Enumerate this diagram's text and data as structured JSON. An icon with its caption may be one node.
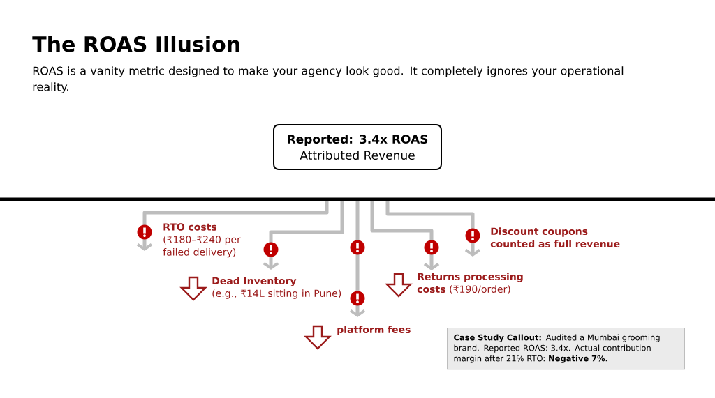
{
  "diagram": {
    "title": "The ROAS Illusion",
    "nodes": [
      {
        "text": [
          "Reported: 3.4x ROAS",
          "Attributed Revenue"
        ]
      },
      {
        "text": [
          "RTO costs",
          "(₹180–₹240 per failed delivery)"
        ]
      },
      {
        "text": [
          "Dead Inventory",
          "(e.g., ₹14L sitting in Pune)"
        ]
      },
      {
        "text": [
          "platform fees"
        ]
      },
      {
        "text": [
          "**Returns processing costs** (₹190/order)"
        ]
      },
      {
        "text": [
          "Discount coupons counted as full revenue"
        ]
      },
      {
        "text": [
          "**Case Study Callout:** Audited a Mumbai grooming brand. Reported ROAS: 3.4x. Actual contribution margin after 21% RTO: **Negative 7%.**"
        ]
      }
    ],
    "edges": [
      {
        "from": null,
        "to": 1,
        "arrow": "to"
      },
      {
        "from": null,
        "to": 2,
        "arrow": "to"
      },
      {
        "from": null,
        "to": 3,
        "arrow": "to"
      },
      {
        "from": null,
        "to": 4,
        "arrow": "to"
      },
      {
        "from": null,
        "to": 5,
        "arrow": "to"
      }
    ],
    "labels": [
      "ROAS is a vanity metric designed to make your agency look good. It completely ignores your operational reality."
    ]
  }
}
